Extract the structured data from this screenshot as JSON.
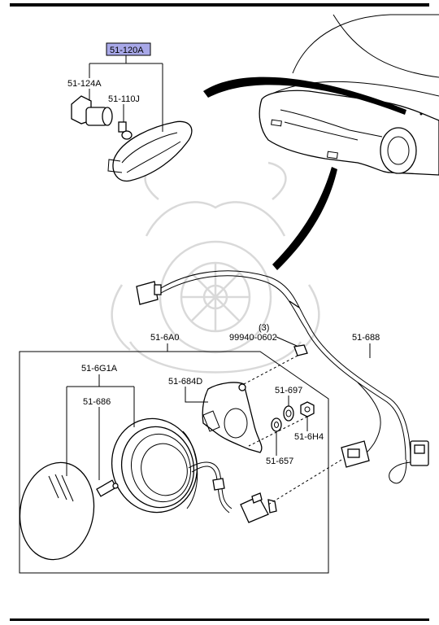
{
  "highlight_color": "#a8a8e8",
  "labels": {
    "a51_120A": "51-120A",
    "a51_124A": "51-124A",
    "a51_110J": "51-110J",
    "a51_6A0": "51-6A0",
    "bolt_qty": "(3)",
    "bolt_part": "99940-0602",
    "a51_688": "51-688",
    "a51_6G1A": "51-6G1A",
    "a51_686": "51-686",
    "a51_684D": "51-684D",
    "a51_697": "51-697",
    "a51_6H4": "51-6H4",
    "a51_657": "51-657"
  }
}
